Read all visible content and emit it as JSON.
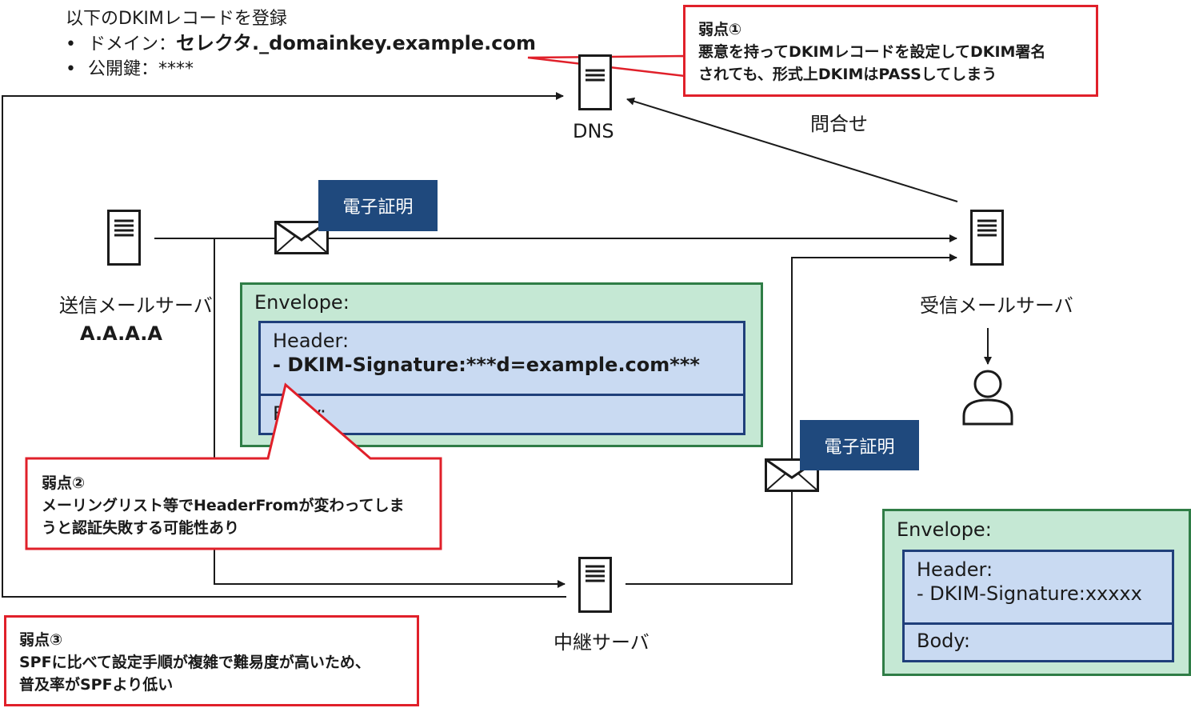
{
  "dns_record": {
    "title": "以下のDKIMレコードを登録",
    "bullet": "•",
    "domain_label": "ドメイン：",
    "domain_value": "セレクタ._domainkey.example.com",
    "key_label": "公開鍵：",
    "key_value": "****"
  },
  "servers": {
    "dns": "DNS",
    "sender": "送信メールサーバ",
    "sender_ip": "A.A.A.A",
    "receiver": "受信メールサーバ",
    "relay": "中継サーバ"
  },
  "query_label": "問合せ",
  "certificates": [
    "電子証明",
    "電子証明"
  ],
  "envelope_1": {
    "title": "Envelope:",
    "header_label": "Header:",
    "header_item": "-  DKIM-Signature:***d=example.com***",
    "body_label": "Body:"
  },
  "envelope_2": {
    "title": "Envelope:",
    "header_label": "Header:",
    "header_item": "-  DKIM-Signature:xxxxx",
    "body_label": "Body:"
  },
  "weaknesses": [
    {
      "title": "弱点①",
      "line1": "悪意を持ってDKIMレコードを設定してDKIM署名",
      "line2": "されても、形式上DKIMはPASSしてしまう"
    },
    {
      "title": "弱点②",
      "line1": "メーリングリスト等でHeaderFromが変わってしま",
      "line2": "うと認証失敗する可能性あり"
    },
    {
      "title": "弱点③",
      "line1": "SPFに比べて設定手順が複雑で難易度が高いため、",
      "line2": "普及率がSPFより低い"
    }
  ],
  "colors": {
    "cert_bg": "#1f497d",
    "envelope_bg": "#c5e8d4",
    "envelope_border": "#2f7d46",
    "message_bg": "#c9daf2",
    "message_border": "#1f3f7a",
    "callout_border": "#e0202a"
  },
  "icons": [
    "server-icon",
    "mail-envelope-icon",
    "user-icon"
  ]
}
